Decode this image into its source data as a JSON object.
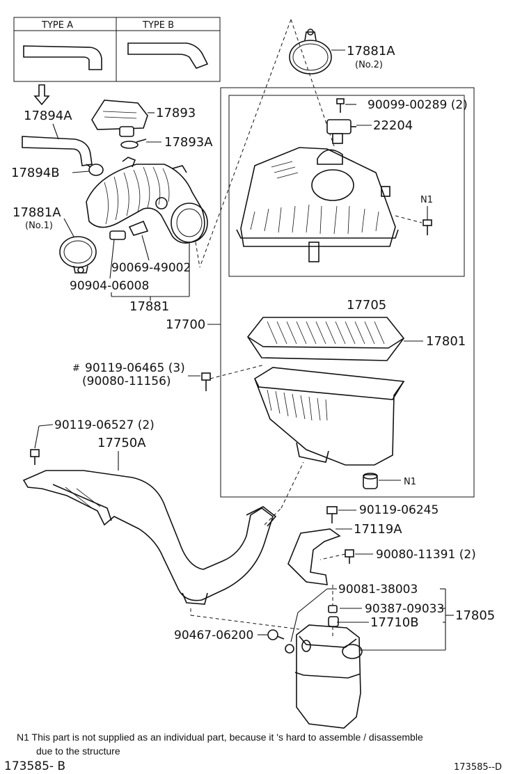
{
  "type_box": {
    "type_a": "TYPE A",
    "type_b": "TYPE B"
  },
  "labels": {
    "p17881A_top": "17881A",
    "p17881A_top_sub": "(No.2)",
    "p90099": "90099-00289 (2)",
    "p22204": "22204",
    "p17894A": "17894A",
    "p17893": "17893",
    "p17893A": "17893A",
    "p17894B": "17894B",
    "p17881A_left": "17881A",
    "p17881A_left_sub": "(No.1)",
    "n1_top": "N1",
    "p90069": "90069-49002",
    "p90904": "90904-06008",
    "p17881": "17881",
    "p17705": "17705",
    "p17700": "17700",
    "p17801": "17801",
    "hash": "#",
    "p90119_06465": "90119-06465 (3)",
    "p90080_11156": "(90080-11156)",
    "p90119_06527": "90119-06527 (2)",
    "p17750A": "17750A",
    "n1_mid": "N1",
    "p90119_06245": "90119-06245",
    "p17119A": "17119A",
    "p90080_11391": "90080-11391 (2)",
    "p90081": "90081-38003",
    "p90387": "90387-09033",
    "p17710B": "17710B",
    "p17805": "17805",
    "p90467": "90467-06200"
  },
  "footnote": {
    "line1": "N1  This part is not supplied as an individual part, because it 's hard to assemble / disassemble",
    "line2": "due to the structure"
  },
  "codes": {
    "left": "173585- B",
    "right": "173585--D"
  }
}
